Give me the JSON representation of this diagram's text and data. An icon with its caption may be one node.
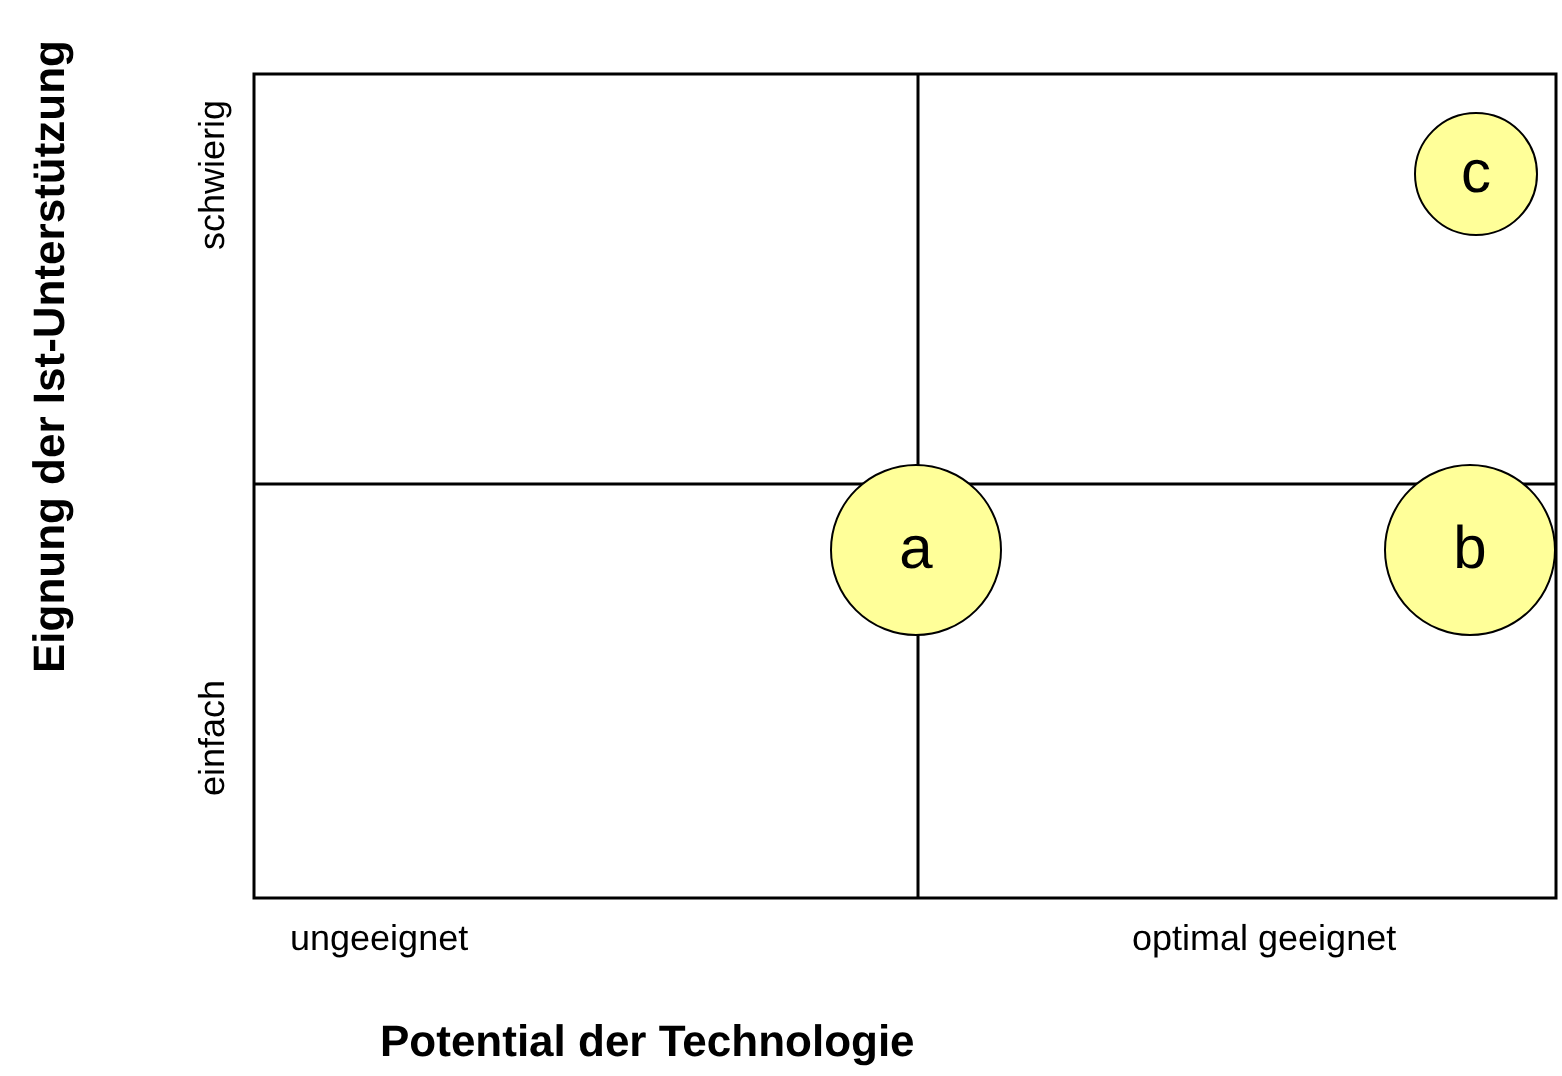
{
  "diagram": {
    "nodes": [
      {
        "text": [
          "a"
        ]
      },
      {
        "text": [
          "b"
        ]
      },
      {
        "text": [
          "c"
        ]
      }
    ],
    "labels": [
      "Eignung der Ist-Unterstützung",
      "schwierig",
      "einfach",
      "ungeeignet",
      "optimal geeignet",
      "Potential der Technologie"
    ]
  }
}
